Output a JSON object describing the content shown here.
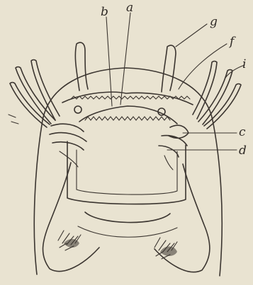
{
  "figure": {
    "labels": {
      "a": "a",
      "b": "b",
      "c": "c",
      "d": "d",
      "f": "f",
      "g": "g",
      "i": "i"
    },
    "colors": {
      "paper": "#e9e3d1",
      "ink": "#3b3530"
    }
  }
}
